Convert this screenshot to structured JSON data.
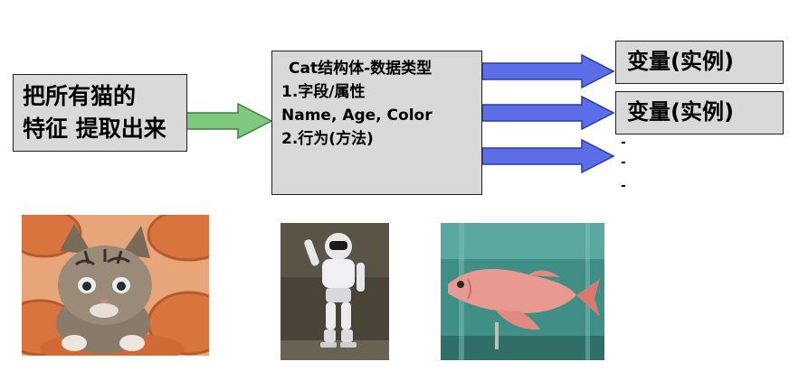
{
  "left_box": {
    "line1": "把所有猫的",
    "line2": "特征 提取出来"
  },
  "center_box": {
    "title": "Cat结构体-数据类型",
    "line1": "1.字段/属性",
    "line2": "Name, Age, Color",
    "line3": "2.行为(方法)"
  },
  "instances": [
    {
      "label": "变量(实例)"
    },
    {
      "label": "变量(实例)"
    }
  ],
  "continuation_dots": [
    "-",
    "-",
    "-"
  ],
  "colors": {
    "box_fill": "#d9d9d9",
    "green_arrow": "#7fc97f",
    "blue_arrow": "#5b6ee8"
  },
  "photos": [
    {
      "subject": "kitten-in-flowerpots"
    },
    {
      "subject": "humanoid-robot"
    },
    {
      "subject": "arowana-fish-in-aquarium"
    }
  ]
}
